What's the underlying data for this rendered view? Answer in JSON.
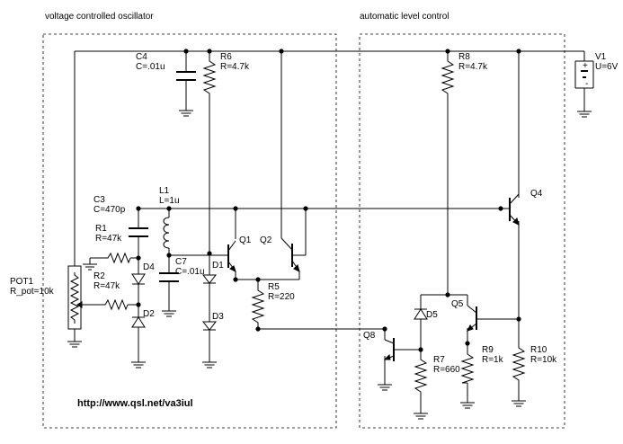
{
  "sections": {
    "vco": "voltage controlled oscillator",
    "alc": "automatic level control"
  },
  "url": "http://www.qsl.net/va3iul",
  "components": {
    "C4": {
      "name": "C4",
      "value": "C=.01u"
    },
    "R6": {
      "name": "R6",
      "value": "R=4.7k"
    },
    "R8": {
      "name": "R8",
      "value": "R=4.7k"
    },
    "V1": {
      "name": "V1",
      "value": "U=6V"
    },
    "C3": {
      "name": "C3",
      "value": "C=470p"
    },
    "L1": {
      "name": "L1",
      "value": "L=1u"
    },
    "Q1": {
      "name": "Q1"
    },
    "Q2": {
      "name": "Q2"
    },
    "Q4": {
      "name": "Q4"
    },
    "R1": {
      "name": "R1",
      "value": "R=47k"
    },
    "D4": {
      "name": "D4"
    },
    "R2": {
      "name": "R2",
      "value": "R=47k"
    },
    "C7": {
      "name": "C7",
      "value": "C=.01u"
    },
    "D1": {
      "name": "D1"
    },
    "R5": {
      "name": "R5",
      "value": "R=220"
    },
    "POT1": {
      "name": "POT1",
      "value": "R_pot=10k"
    },
    "D2": {
      "name": "D2"
    },
    "D3": {
      "name": "D3"
    },
    "D5": {
      "name": "D5"
    },
    "Q5": {
      "name": "Q5"
    },
    "Q8": {
      "name": "Q8"
    },
    "R7": {
      "name": "R7",
      "value": "R=660"
    },
    "R9": {
      "name": "R9",
      "value": "R=1k"
    },
    "R10": {
      "name": "R10",
      "value": "R=10k"
    }
  }
}
